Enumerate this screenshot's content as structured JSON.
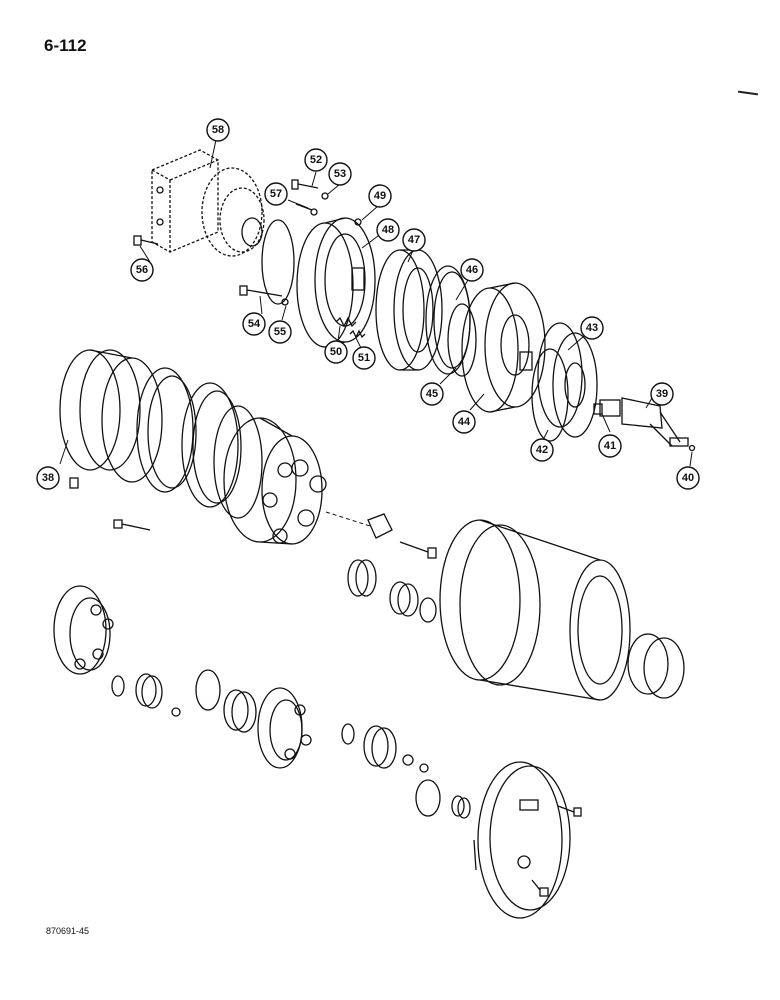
{
  "page_number": "6-112",
  "figure_code": "870691-45",
  "callouts": [
    {
      "id": "c58",
      "label": "58"
    },
    {
      "id": "c52",
      "label": "52"
    },
    {
      "id": "c53",
      "label": "53"
    },
    {
      "id": "c57",
      "label": "57"
    },
    {
      "id": "c49",
      "label": "49"
    },
    {
      "id": "c48",
      "label": "48"
    },
    {
      "id": "c47",
      "label": "47"
    },
    {
      "id": "c46",
      "label": "46"
    },
    {
      "id": "c56",
      "label": "56"
    },
    {
      "id": "c54",
      "label": "54"
    },
    {
      "id": "c55",
      "label": "55"
    },
    {
      "id": "c50",
      "label": "50"
    },
    {
      "id": "c51",
      "label": "51"
    },
    {
      "id": "c43",
      "label": "43"
    },
    {
      "id": "c45",
      "label": "45"
    },
    {
      "id": "c44",
      "label": "44"
    },
    {
      "id": "c39",
      "label": "39"
    },
    {
      "id": "c42",
      "label": "42"
    },
    {
      "id": "c41",
      "label": "41"
    },
    {
      "id": "c40",
      "label": "40"
    },
    {
      "id": "c38",
      "label": "38"
    }
  ]
}
